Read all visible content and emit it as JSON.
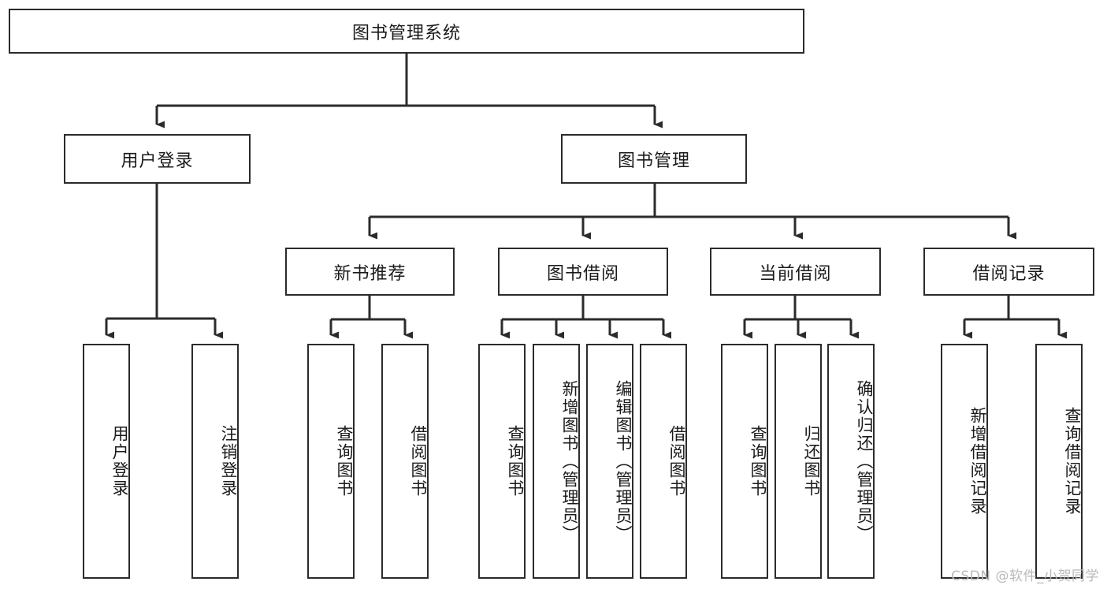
{
  "diagram": {
    "type": "tree-hierarchy",
    "title": "图书管理系统",
    "watermark": "CSDN @软件_小贺同学",
    "colors": {
      "stroke": "#2b2b2b",
      "fill": "#ffffff",
      "text": "#1a1a1a",
      "watermark": "#b9b9b9"
    },
    "nodes": {
      "root": {
        "label": "图书管理系统",
        "orientation": "horizontal"
      },
      "level2": [
        {
          "label": "用户登录",
          "orientation": "horizontal"
        },
        {
          "label": "图书管理",
          "orientation": "horizontal"
        }
      ],
      "level3": [
        {
          "label": "新书推荐",
          "orientation": "horizontal"
        },
        {
          "label": "图书借阅",
          "orientation": "horizontal"
        },
        {
          "label": "当前借阅",
          "orientation": "horizontal"
        },
        {
          "label": "借阅记录",
          "orientation": "horizontal"
        }
      ],
      "leaves": {
        "user_login": [
          {
            "label": "用户登录",
            "orientation": "vertical"
          },
          {
            "label": "注销登录",
            "orientation": "vertical"
          }
        ],
        "new_book_recommend": [
          {
            "label": "查询图书",
            "orientation": "vertical"
          },
          {
            "label": "借阅图书",
            "orientation": "vertical"
          }
        ],
        "book_borrow": [
          {
            "label": "查询图书",
            "orientation": "vertical"
          },
          {
            "label": "新增图书（管理员）",
            "orientation": "vertical"
          },
          {
            "label": "编辑图书（管理员）",
            "orientation": "vertical"
          },
          {
            "label": "借阅图书",
            "orientation": "vertical"
          }
        ],
        "current_borrow": [
          {
            "label": "查询图书",
            "orientation": "vertical"
          },
          {
            "label": "归还图书",
            "orientation": "vertical"
          },
          {
            "label": "确认归还（管理员）",
            "orientation": "vertical"
          }
        ],
        "borrow_record": [
          {
            "label": "新增借阅记录",
            "orientation": "vertical"
          },
          {
            "label": "查询借阅记录",
            "orientation": "vertical"
          }
        ]
      }
    }
  }
}
